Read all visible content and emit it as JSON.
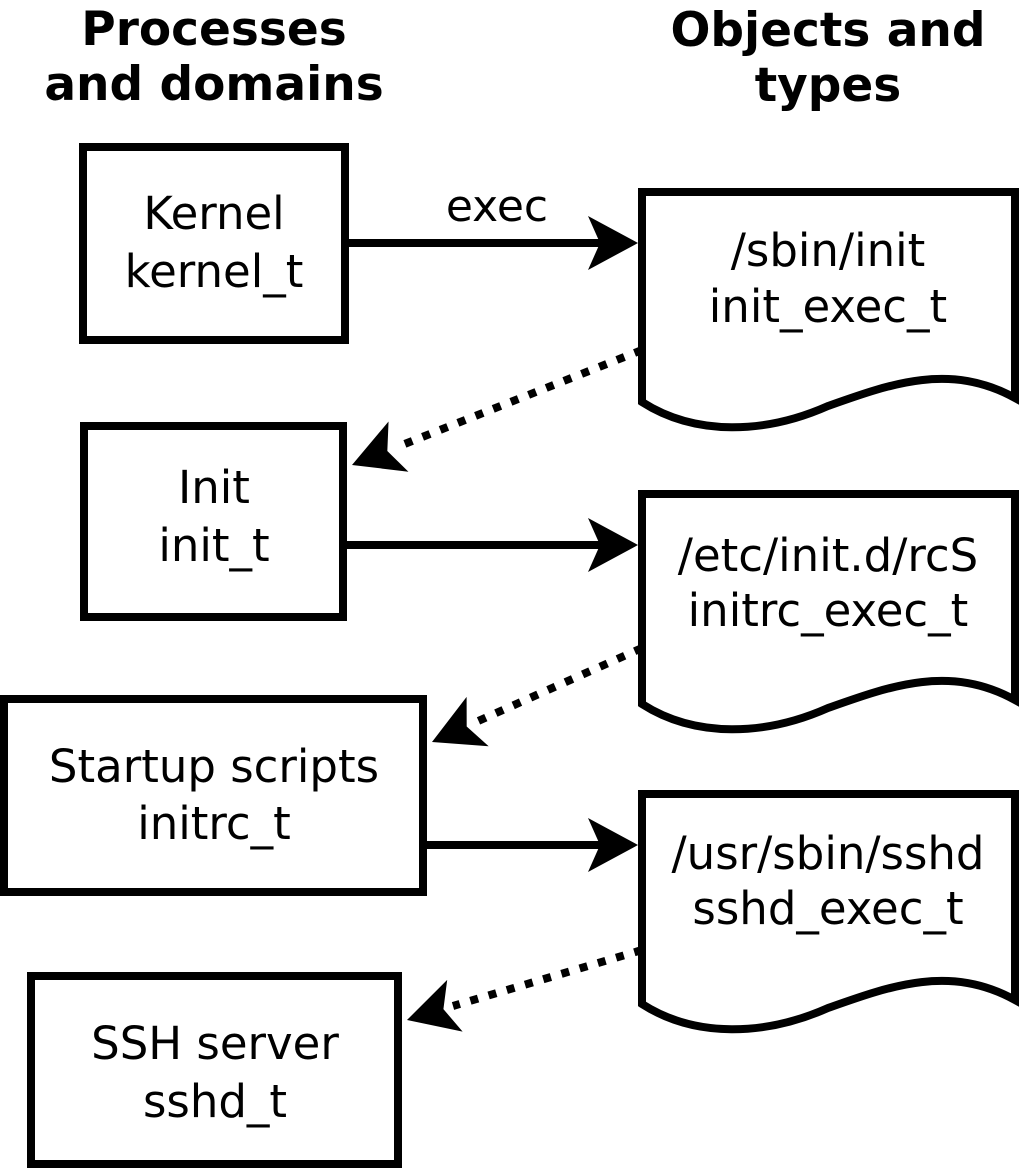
{
  "columns": {
    "left": {
      "title_line1": "Processes",
      "title_line2": "and domains"
    },
    "right": {
      "title_line1": "Objects and",
      "title_line2": "types"
    }
  },
  "process_nodes": [
    {
      "label": "Kernel",
      "type": "kernel_t"
    },
    {
      "label": "Init",
      "type": "init_t"
    },
    {
      "label": "Startup scripts",
      "type": "initrc_t"
    },
    {
      "label": "SSH server",
      "type": "sshd_t"
    }
  ],
  "object_nodes": [
    {
      "path": "/sbin/init",
      "type": "init_exec_t"
    },
    {
      "path": "/etc/init.d/rcS",
      "type": "initrc_exec_t"
    },
    {
      "path": "/usr/sbin/sshd",
      "type": "sshd_exec_t"
    }
  ],
  "edge_labels": {
    "exec": "exec"
  },
  "colors": {
    "line": "#000000",
    "shape_fill": "#ffffff",
    "text": "#000000",
    "background": "#ffffff"
  }
}
